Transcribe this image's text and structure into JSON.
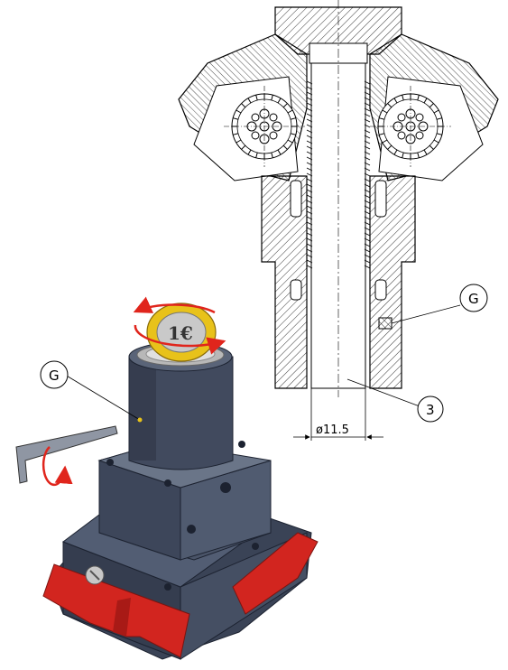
{
  "labels": {
    "callout_g_section": "G",
    "callout_3": "3",
    "callout_g_product": "G",
    "diameter": "ø11.5",
    "coin": "1€"
  },
  "colors": {
    "housing": "#414a5e",
    "housing_light": "#5a6478",
    "housing_dark": "#2f3646",
    "guard": "#d2251f",
    "arrow": "#e0251c",
    "coin_ring": "#e8c21a",
    "coin_center": "#c9c9c9",
    "section_line": "#000000"
  },
  "icons": {
    "hex_key": "hex-key-icon",
    "rotate_arrow": "rotate-arrow-icon",
    "coin": "euro-coin-icon"
  }
}
